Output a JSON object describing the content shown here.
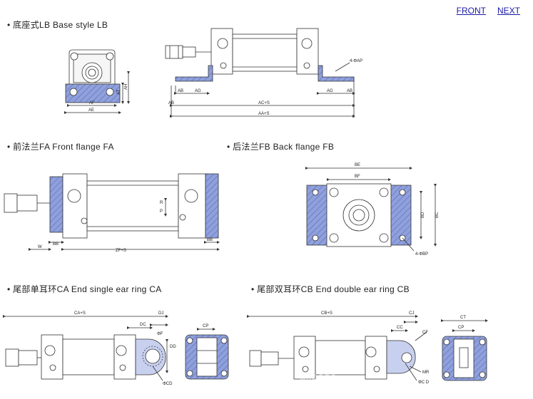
{
  "nav": {
    "front": "FRONT",
    "next": "NEXT"
  },
  "sections": {
    "lb": "• 底座式LB  Base style LB",
    "fa": "• 前法兰FA  Front flange FA",
    "fb": "• 后法兰FB  Back flange FB",
    "ca": "• 尾部单耳环CA End single ear ring CA",
    "cb": "• 尾部双耳环CB  End double ear ring CB"
  },
  "labels": {
    "lb_af": "AF",
    "lb_ae": "AE",
    "lb_at": "AT",
    "lb_ah": "AH",
    "lb_ab": "AB",
    "lb_ag": "AG",
    "lb_ap": "4-ΦAP",
    "lb_acs": "AC+S",
    "lb_aas": "AA+S",
    "fa_r": "R",
    "fa_p": "P",
    "fa_w": "W",
    "fa_bb": "BB",
    "fa_zfs": "ZF+S",
    "fb_be": "BE",
    "fb_bf": "BF",
    "fb_bd": "BD",
    "fb_bc": "BC",
    "fb_bp": "4-ΦBP",
    "ca_cas": "CA+S",
    "ca_dj": "DJ",
    "ca_dc": "DC",
    "ca_of": "ΦF",
    "ca_dd": "DD",
    "ca_cd": "ΦCD",
    "ca_cp": "CP",
    "cb_cbs": "CB+S",
    "cb_cj": "CJ",
    "cb_cc": "CC",
    "cb_cf": "CF",
    "cb_mr": "MR",
    "cb_cd": "ΦC D",
    "cb_ct": "CT",
    "cb_cp": "CP"
  },
  "colors": {
    "accent": "#8fa0dd",
    "line": "#333333",
    "link": "#1a1aa6"
  },
  "watermark": "alibaba"
}
